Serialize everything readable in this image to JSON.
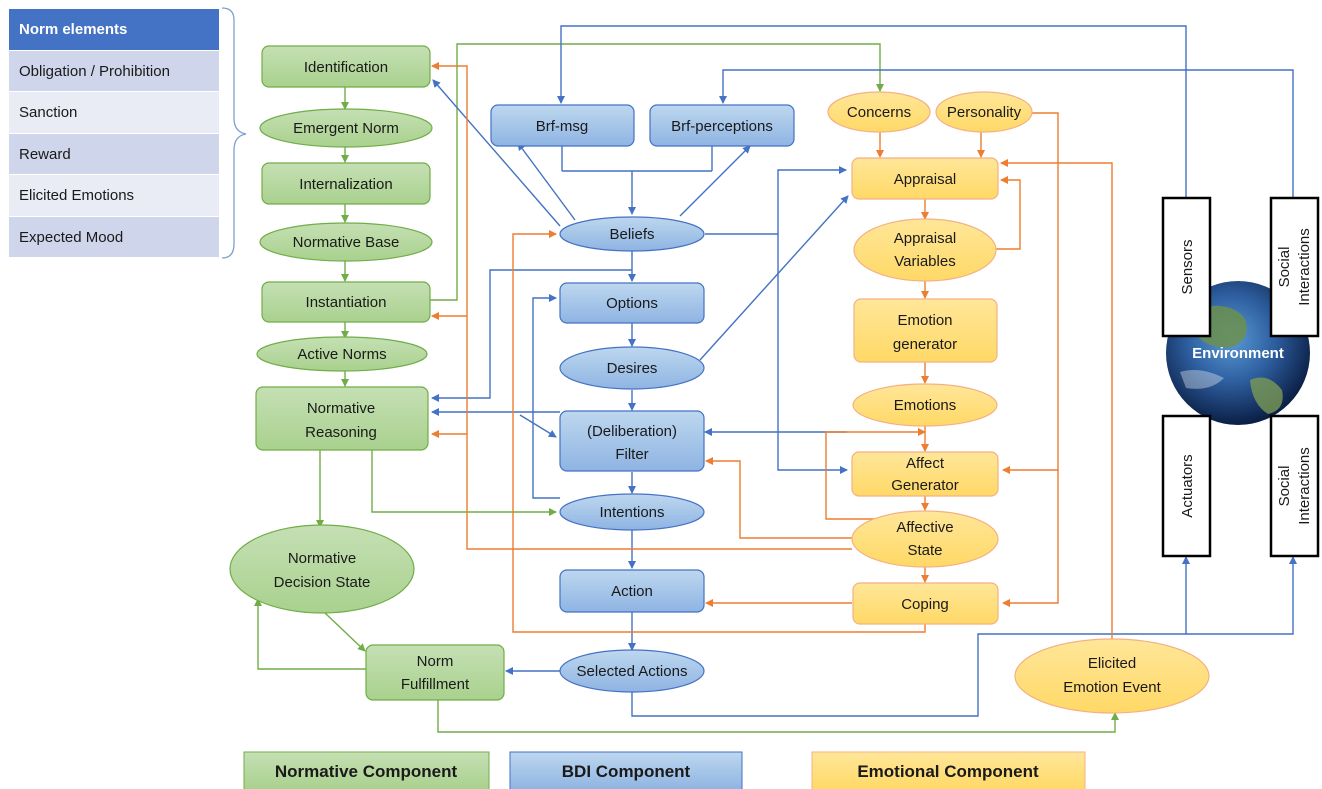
{
  "norm_table": {
    "header": "Norm elements",
    "rows": [
      "Obligation / Prohibition",
      "Sanction",
      "Reward",
      "Elicited Emotions",
      "Expected Mood"
    ]
  },
  "normative": {
    "identification": "Identification",
    "emergent_norm": "Emergent Norm",
    "internalization": "Internalization",
    "normative_base": "Normative Base",
    "instantiation": "Instantiation",
    "active_norms": "Active Norms",
    "normative_reasoning": [
      "Normative",
      "Reasoning"
    ],
    "normative_decision_state": [
      "Normative",
      "Decision State"
    ],
    "norm_fulfillment": [
      "Norm",
      "Fulfillment"
    ]
  },
  "bdi": {
    "brf_msg": "Brf-msg",
    "brf_perceptions": "Brf-perceptions",
    "beliefs": "Beliefs",
    "options": "Options",
    "desires": "Desires",
    "filter": [
      "(Deliberation)",
      "Filter"
    ],
    "intentions": "Intentions",
    "action": "Action",
    "selected_actions": "Selected Actions"
  },
  "emotional": {
    "concerns": "Concerns",
    "personality": "Personality",
    "appraisal": "Appraisal",
    "appraisal_variables": [
      "Appraisal",
      "Variables"
    ],
    "emotion_generator": [
      "Emotion",
      "generator"
    ],
    "emotions": "Emotions",
    "affect_generator": [
      "Affect",
      "Generator"
    ],
    "affective_state": [
      "Affective",
      "State"
    ],
    "coping": "Coping",
    "elicited_emotion_event": [
      "Elicited",
      "Emotion Event"
    ]
  },
  "environment": {
    "label": "Environment",
    "sensors": "Sensors",
    "social_interactions_top": [
      "Social",
      "Interactions"
    ],
    "actuators": "Actuators",
    "social_interactions_bottom": [
      "Social",
      "Interactions"
    ]
  },
  "legend": {
    "normative": "Normative Component",
    "bdi": "BDI Component",
    "emotional": "Emotional  Component"
  },
  "colors": {
    "green_fill": "#a9d18e",
    "green_stroke": "#70ad47",
    "blue_fill": "#9dc3e6",
    "blue_stroke": "#4472c4",
    "orange_fill": "#ffd966",
    "orange_stroke": "#ed7d31"
  }
}
